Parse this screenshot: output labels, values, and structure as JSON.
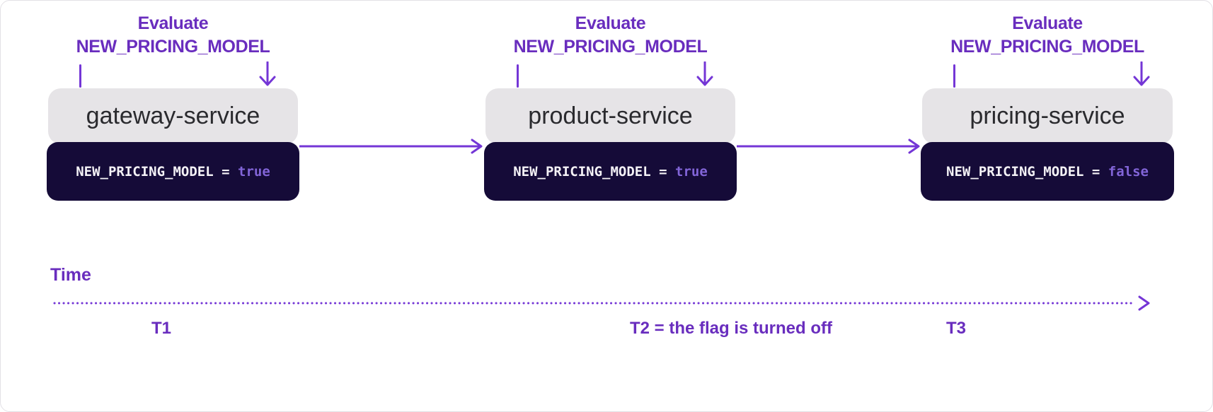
{
  "diagram": {
    "evaluate_label": {
      "line1": "Evaluate",
      "line2": "NEW_PRICING_MODEL"
    },
    "services": [
      {
        "name": "gateway-service",
        "flag_assignment": "NEW_PRICING_MODEL = ",
        "flag_value": "true"
      },
      {
        "name": "product-service",
        "flag_assignment": "NEW_PRICING_MODEL = ",
        "flag_value": "true"
      },
      {
        "name": "pricing-service",
        "flag_assignment": "NEW_PRICING_MODEL = ",
        "flag_value": "false"
      }
    ],
    "timeline": {
      "axis_label": "Time",
      "ticks": [
        {
          "label": "T1"
        },
        {
          "label": "T2 = the flag is turned off"
        },
        {
          "label": "T3"
        }
      ]
    }
  },
  "colors": {
    "label-purple": "#692dbe",
    "arrow-purple": "#7436d6",
    "value-purple": "#8265d8",
    "navy": "#150b38",
    "box-gray": "#e6e4e7",
    "service-text": "#2a2a2e",
    "code-white": "#f4f2f6",
    "canvas-border": "#e3e1e6"
  }
}
